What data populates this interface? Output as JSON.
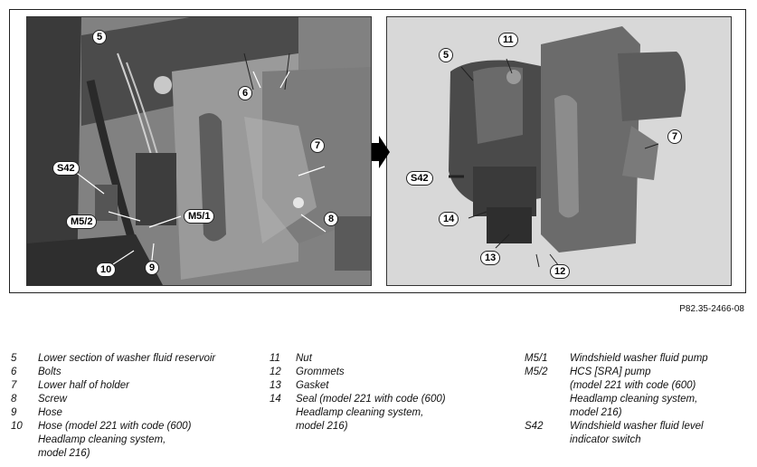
{
  "figure": {
    "reference": "P82.35-2466-08",
    "left_photo_callouts": {
      "c5": "5",
      "c6": "6",
      "c7": "7",
      "c8": "8",
      "c9": "9",
      "c10": "10",
      "s42": "S42",
      "m52": "M5/2",
      "m51": "M5/1"
    },
    "right_photo_callouts": {
      "c5": "5",
      "c11": "11",
      "c7": "7",
      "s42": "S42",
      "c14": "14",
      "c13": "13",
      "c12": "12"
    }
  },
  "legend": {
    "column1": [
      {
        "num": "5",
        "desc": "Lower section of washer fluid reservoir"
      },
      {
        "num": "6",
        "desc": "Bolts"
      },
      {
        "num": "7",
        "desc": "Lower half of holder"
      },
      {
        "num": "8",
        "desc": "Screw"
      },
      {
        "num": "9",
        "desc": "Hose"
      },
      {
        "num": "10",
        "desc": "Hose (model 221 with code (600)\nHeadlamp cleaning system,\nmodel 216)"
      }
    ],
    "column2": [
      {
        "num": "11",
        "desc": "Nut"
      },
      {
        "num": "12",
        "desc": "Grommets"
      },
      {
        "num": "13",
        "desc": "Gasket"
      },
      {
        "num": "14",
        "desc": "Seal (model 221 with code (600)\nHeadlamp cleaning system,\nmodel 216)"
      }
    ],
    "column3": [
      {
        "num": "M5/1",
        "desc": "Windshield washer fluid pump"
      },
      {
        "num": "M5/2",
        "desc": "HCS [SRA] pump\n(model 221 with code (600)\nHeadlamp cleaning system,\nmodel 216)"
      },
      {
        "num": "S42",
        "desc": "Windshield washer fluid level\nindicator switch"
      }
    ]
  }
}
